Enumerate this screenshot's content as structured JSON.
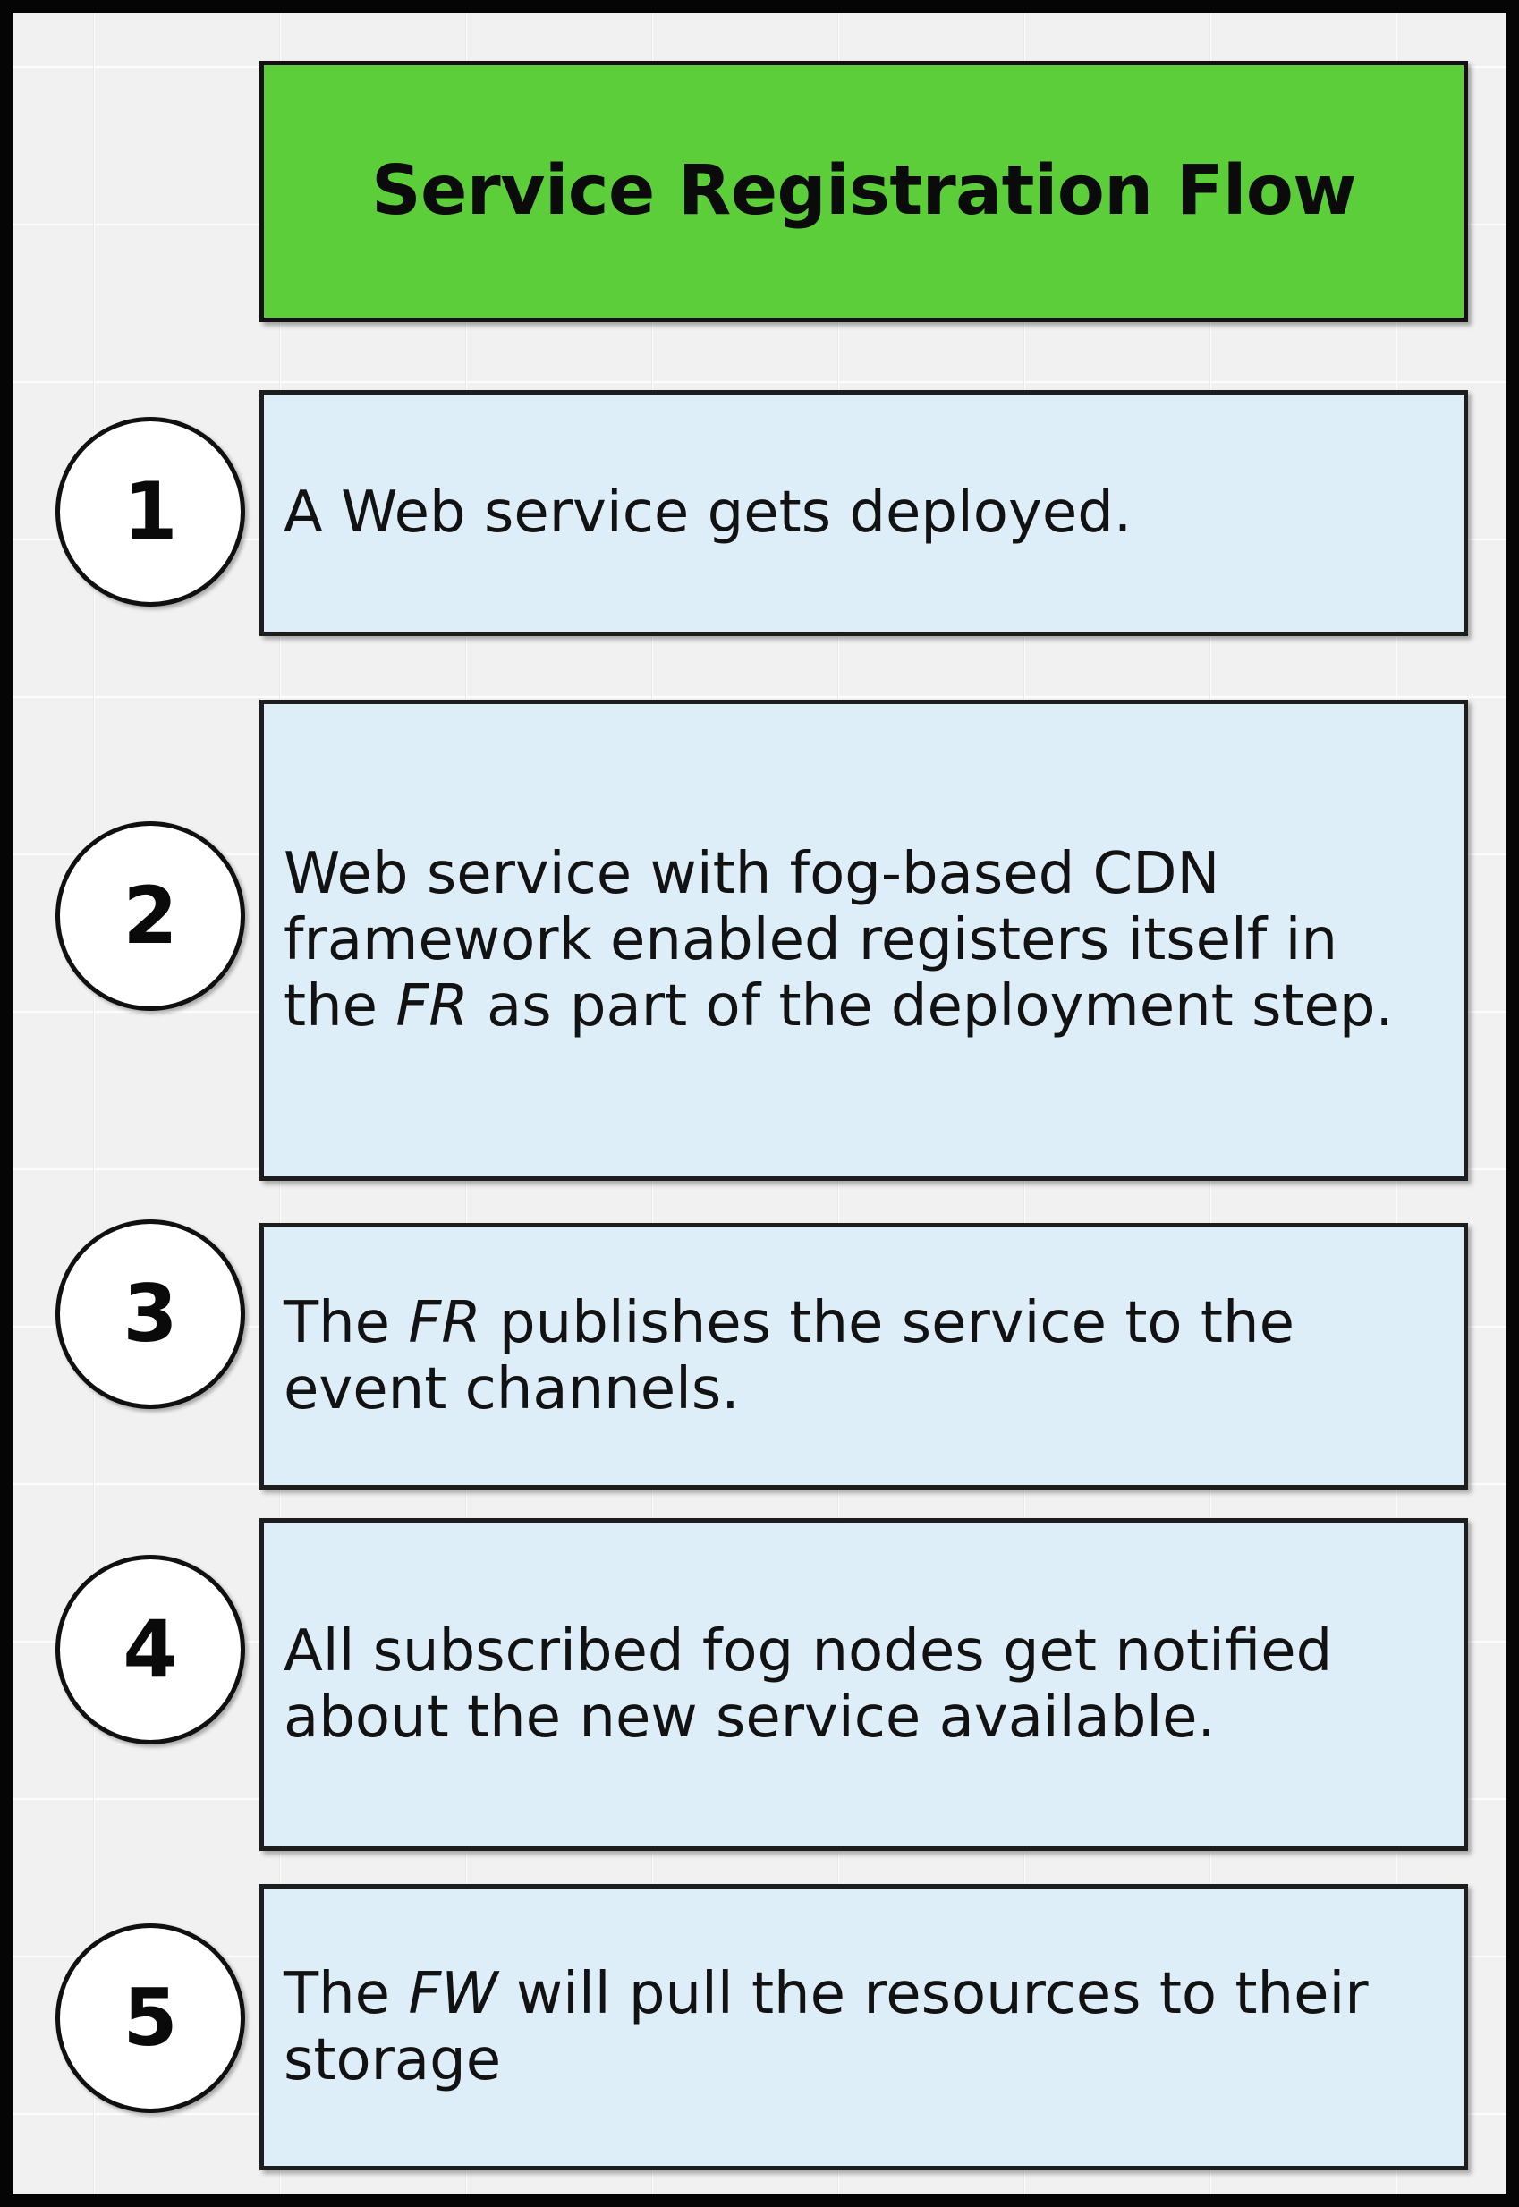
{
  "diagram": {
    "header": {
      "title": "Service Registration Flow",
      "bg_color": "#5cce3a",
      "text_color": "#0b0b0b"
    },
    "colors": {
      "page_background": "#f1f1f1",
      "frame": "#050505",
      "step_box_fill": "#ddeef9",
      "step_box_border": "#1d1d1d",
      "circle_fill": "#ffffff",
      "circle_border": "#101010",
      "accent_green": "#5cce3a"
    },
    "steps": [
      {
        "number": "1",
        "text_html": "A Web service gets deployed.",
        "text_plain": "A Web service gets deployed."
      },
      {
        "number": "2",
        "text_html": "Web service with fog-based CDN framework enabled registers itself in the <em>FR</em> as part of the deployment step.",
        "text_plain": "Web service with fog-based CDN framework enabled registers itself in the FR as part of the deployment step."
      },
      {
        "number": "3",
        "text_html": "The <em>FR</em> publishes the service to the event channels.",
        "text_plain": "The FR publishes the service to the event channels."
      },
      {
        "number": "4",
        "text_html": "All subscribed fog nodes get notified about the new service available.",
        "text_plain": "All subscribed fog nodes get notified about the new service available."
      },
      {
        "number": "5",
        "text_html": "The <em>FW</em> will pull the resources to their storage",
        "text_plain": "The FW will pull the resources to their storage"
      }
    ]
  }
}
